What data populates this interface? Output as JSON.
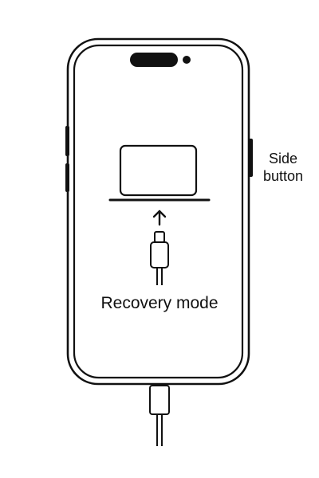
{
  "labels": {
    "recovery_mode": "Recovery mode",
    "side_button_line1": "Side",
    "side_button_line2": "button"
  },
  "icons": {
    "phone": "iphone-outline-icon",
    "laptop": "laptop-icon",
    "arrow": "arrow-up-icon",
    "connector": "usb-c-connector-icon",
    "cable": "cable-icon"
  },
  "colors": {
    "stroke": "#111111",
    "background": "#ffffff"
  }
}
